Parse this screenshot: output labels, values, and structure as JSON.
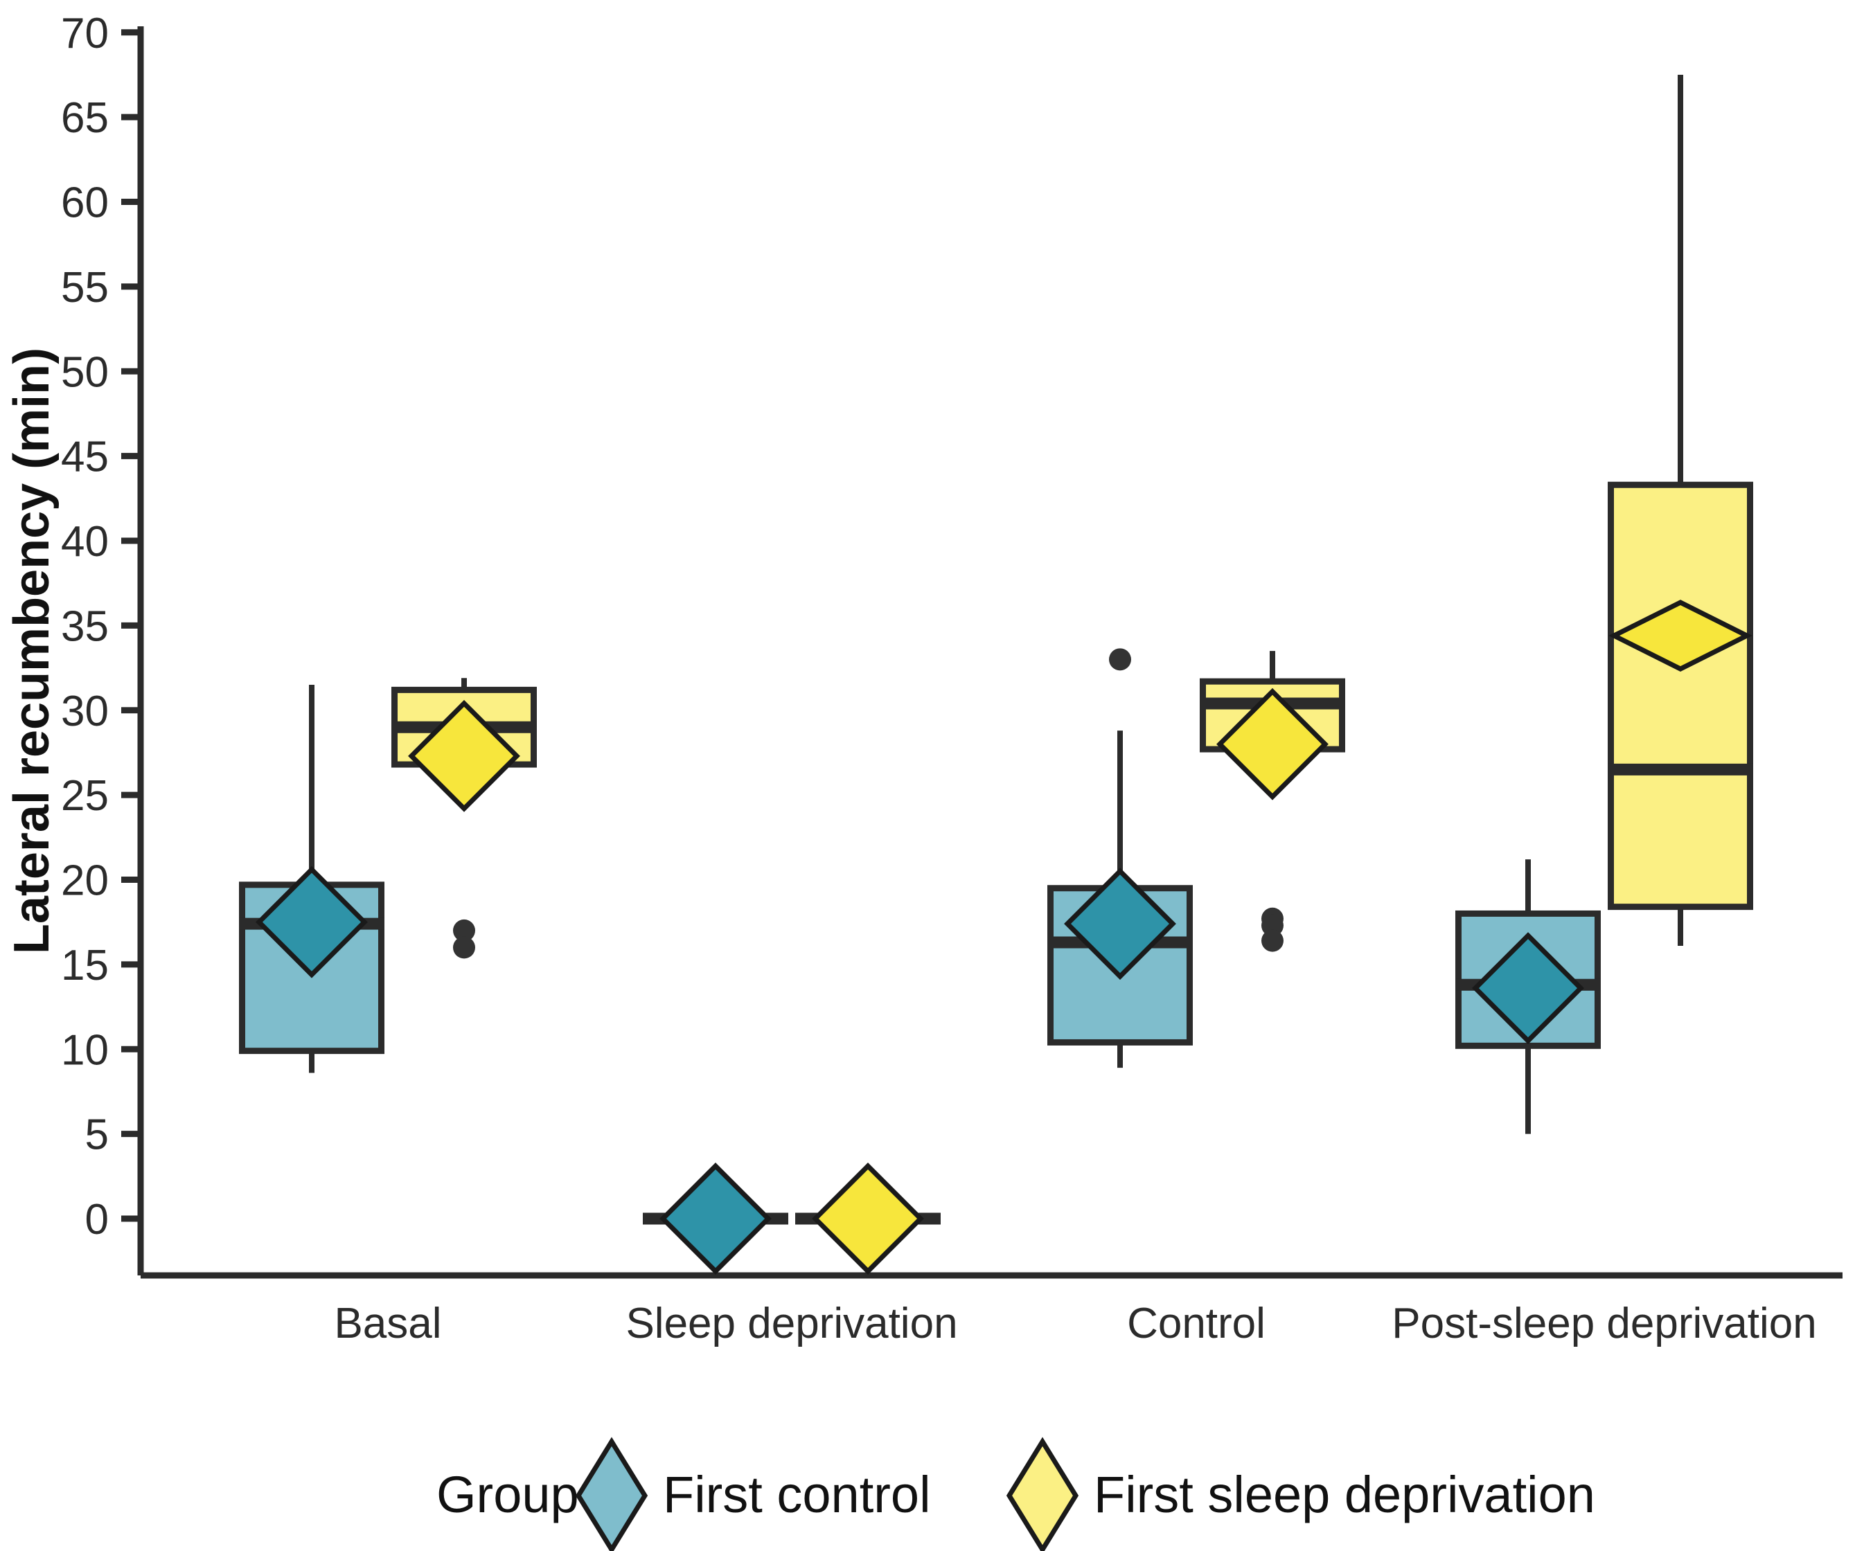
{
  "chart_data": {
    "type": "boxplot",
    "title": "",
    "xlabel": "",
    "ylabel": "Lateral recumbency (min)",
    "ylim": [
      -3,
      71
    ],
    "yticks": [
      0,
      5,
      10,
      15,
      20,
      25,
      30,
      35,
      40,
      45,
      50,
      55,
      60,
      65,
      70
    ],
    "ytick_labels": [
      "0",
      "5",
      "10",
      "15",
      "20",
      "25",
      "30",
      "35",
      "40",
      "45",
      "50",
      "55",
      "60",
      "65",
      "70"
    ],
    "grid": false,
    "categories": [
      "Basal",
      "Sleep deprivation",
      "Control",
      "Post-sleep deprivation"
    ],
    "legend": {
      "title": "Group",
      "position": "bottom",
      "entries": [
        {
          "label": "First control",
          "color": "#7FBDCC",
          "marker": "diamond"
        },
        {
          "label": "First sleep deprivation",
          "color": "#FBF084",
          "marker": "diamond"
        }
      ]
    },
    "colors": {
      "first_control": "#7FBDCC",
      "first_control_mean": "#2E93A8",
      "first_sleep_deprivation": "#FBF084",
      "first_sleep_deprivation_mean": "#F7E63C",
      "outline": "#2b2b2b",
      "outlier": "#333333",
      "background": "#FFFFFF"
    },
    "series": [
      {
        "name": "First control",
        "color": "#7FBDCC",
        "boxes": [
          {
            "category": "Basal",
            "whisker_low": 8.6,
            "q1": 9.9,
            "median": 17.4,
            "q3": 19.7,
            "whisker_high": 31.5,
            "mean": 17.5,
            "outliers": []
          },
          {
            "category": "Sleep deprivation",
            "whisker_low": 0.0,
            "q1": 0.0,
            "median": 0.0,
            "q3": 0.0,
            "whisker_high": 0.0,
            "mean": 0.0,
            "outliers": []
          },
          {
            "category": "Control",
            "whisker_low": 8.9,
            "q1": 10.4,
            "median": 16.3,
            "q3": 19.5,
            "whisker_high": 28.8,
            "mean": 17.4,
            "outliers": [
              33.0
            ]
          },
          {
            "category": "Post-sleep deprivation",
            "whisker_low": 5.0,
            "q1": 10.2,
            "median": 13.8,
            "q3": 18.0,
            "whisker_high": 21.2,
            "mean": 13.6,
            "outliers": []
          }
        ]
      },
      {
        "name": "First sleep deprivation",
        "color": "#FBF084",
        "boxes": [
          {
            "category": "Basal",
            "whisker_low": 26.8,
            "q1": 26.8,
            "median": 29.0,
            "q3": 31.2,
            "whisker_high": 31.9,
            "mean": 27.3,
            "outliers": [
              17.0,
              16.0
            ]
          },
          {
            "category": "Sleep deprivation",
            "whisker_low": 0.0,
            "q1": 0.0,
            "median": 0.0,
            "q3": 0.0,
            "whisker_high": 0.0,
            "mean": 0.0,
            "outliers": []
          },
          {
            "category": "Control",
            "whisker_low": 27.7,
            "q1": 27.7,
            "median": 30.4,
            "q3": 31.7,
            "whisker_high": 33.5,
            "mean": 28.0,
            "outliers": [
              17.7,
              17.3,
              16.4
            ]
          },
          {
            "category": "Post-sleep deprivation",
            "whisker_low": 16.1,
            "q1": 18.4,
            "median": 26.5,
            "q3": 43.3,
            "whisker_high": 67.5,
            "mean": 34.4,
            "outliers": []
          }
        ]
      }
    ]
  }
}
